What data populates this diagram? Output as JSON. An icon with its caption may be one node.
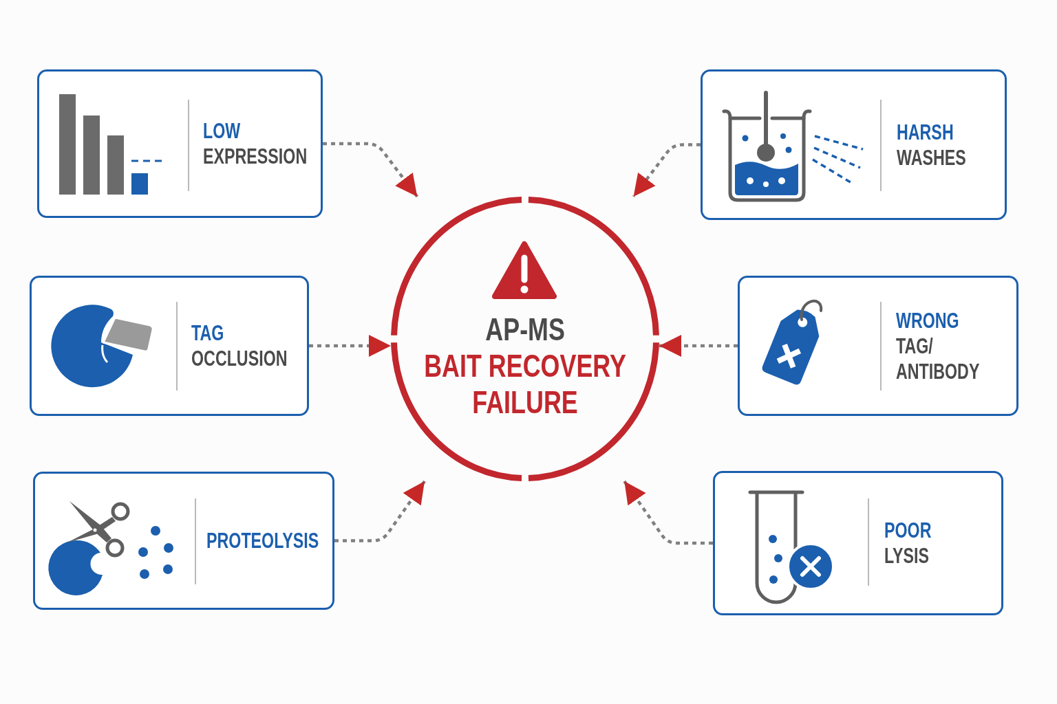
{
  "diagram": {
    "nodes": [
      {
        "text": [
          "LOW",
          "EXPRESSION"
        ]
      },
      {
        "text": [
          "HARSH",
          "WASHES"
        ]
      },
      {
        "text": [
          "AP-MS",
          "BAIT RECOVERY FAILURE"
        ]
      },
      {
        "text": [
          "TAG",
          "OCCLUSION"
        ]
      },
      {
        "text": [
          "WRONG",
          "TAG/ ANTIBODY"
        ]
      },
      {
        "text": [
          "PROTEOLYSIS"
        ]
      },
      {
        "text": [
          "POOR",
          "LYSIS"
        ]
      }
    ],
    "edges": [
      {
        "from": 0,
        "to": 2,
        "arrow": "to",
        "style": "dashed"
      },
      {
        "from": 1,
        "to": 2,
        "arrow": "to",
        "style": "dashed"
      },
      {
        "from": 3,
        "to": 2,
        "arrow": "to",
        "style": "dashed"
      },
      {
        "from": 4,
        "to": 2,
        "arrow": "to",
        "style": "dashed"
      },
      {
        "from": 5,
        "to": 2,
        "arrow": "to",
        "style": "dashed"
      },
      {
        "from": 6,
        "to": 2,
        "arrow": "to",
        "style": "dashed"
      }
    ]
  }
}
